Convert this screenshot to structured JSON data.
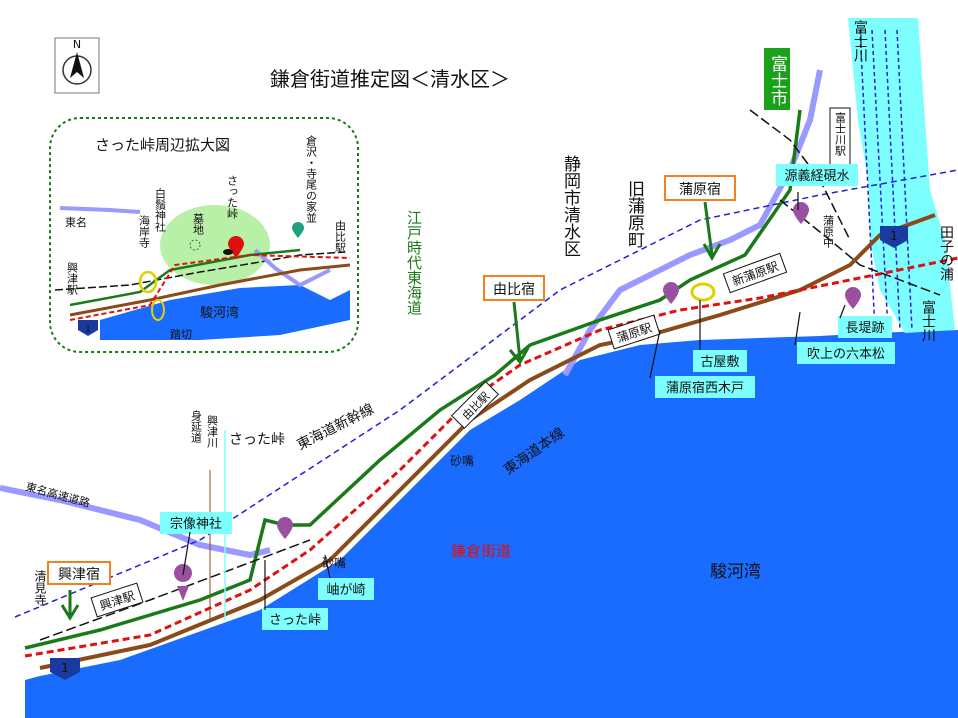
{
  "title": "鎌倉街道推定図＜清水区＞",
  "north_label": "N",
  "inset": {
    "title": "さった峠周辺拡大図",
    "labels": {
      "tomei": "東名",
      "okitsu_station": "興津駅",
      "hakuin_shrine": "白鬚神社",
      "kaiganji": "海岸寺",
      "bochi": "墓地",
      "satta_toge": "さった峠",
      "terao_ie": "倉沢・寺尾の家並",
      "yui_station": "由比駅",
      "suruga_bay": "駿河湾",
      "fumikiri": "踏切",
      "route1": "1"
    }
  },
  "labels": {
    "shizuoka_shimizu": "静岡市清水区",
    "kyu_kanbara": "旧蒲原町",
    "fuji_city": "富士市",
    "fujikawa_river": "富士川",
    "fujikawa_station": "富士川駅",
    "tago_no_ura": "田子の浦",
    "fuji_river_lower": "富士川",
    "edo_tokaido": "江戸時代東海道",
    "yui_juku": "由比宿",
    "kanbara_juku": "蒲原宿",
    "shin_kanbara_station": "新蒲原駅",
    "kanbara_station": "蒲原駅",
    "kanbara_naka": "蒲原中",
    "yui_station": "由比駅",
    "genji_suzuri": "源義経硯水",
    "nagatsutsumi": "長堤跡",
    "fukiage_roppon": "吹上の六本松",
    "furuyashiki": "古屋敷",
    "kanbara_nishikido": "蒲原宿西木戸",
    "shinkansen": "東海道新幹線",
    "honsen": "東海道本線",
    "sunazui_1": "砂嘴",
    "sunazui_2": "砂嘴",
    "kamakura_kaido": "鎌倉街道",
    "satta_toge": "さった峠",
    "minobu_line": "身延道",
    "okitsu_river": "興津川",
    "tomei_expressway": "東名高速道路",
    "munakata_shrine": "宗像神社",
    "okitsu_juku": "興津宿",
    "kiyomiji": "清見寺",
    "okitsu_station": "興津駅",
    "jiku_ga_saki": "岫が崎",
    "satta_toge_box": "さった峠",
    "suruga_bay": "駿河湾",
    "route1_a": "1",
    "route1_b": "1"
  },
  "colors": {
    "sea": "#1a6cff",
    "river": "#7dffff",
    "tokaido": "#1a7a1a",
    "rail": "#8b4a1a",
    "kamakura": "#e01010",
    "expressway": "#9999ff",
    "shinkansen": "#2020dd",
    "marker": "#9b4fa0",
    "inset_green": "#b8f0a8",
    "label_box": "#7dffff",
    "juku_box_border": "#f08020"
  },
  "icons": [
    "north-arrow-icon",
    "map-pin-icon",
    "route-shield-icon",
    "temple-icon",
    "shrine-icon"
  ]
}
